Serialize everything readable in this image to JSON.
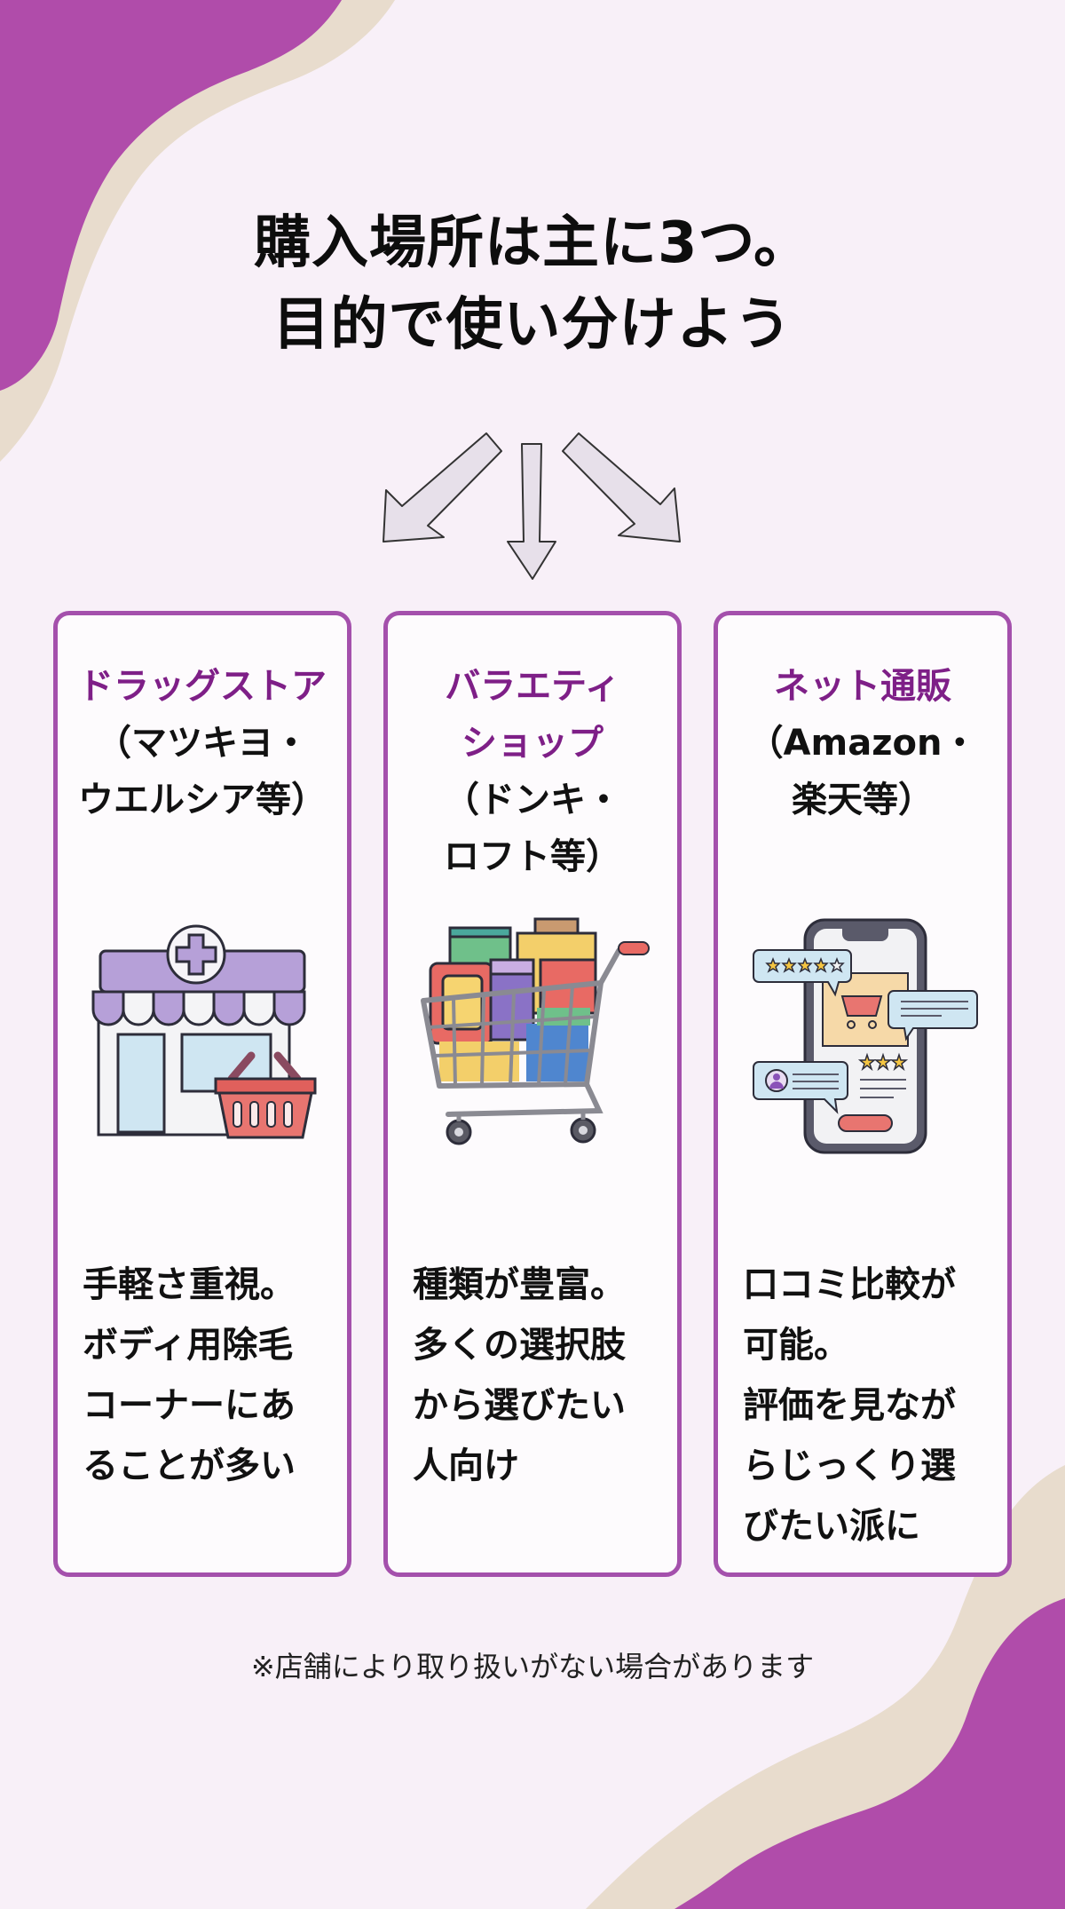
{
  "colors": {
    "background": "#f8f0f8",
    "accent_purple": "#b04caa",
    "beige": "#e8dccd",
    "card_border": "#a450ac",
    "card_title": "#7e1f87"
  },
  "title": {
    "line1": "購入場所は主に3つ。",
    "line2": "目的で使い分けよう"
  },
  "arrows": {
    "icons": [
      "arrow-down-left-icon",
      "arrow-down-icon",
      "arrow-down-right-icon"
    ]
  },
  "cards": [
    {
      "name": "ドラッグストア",
      "sub_line1": "（マツキヨ・",
      "sub_line2": "ウエルシア等）",
      "icon": "drugstore-with-basket-icon",
      "desc": [
        "手軽さ重視。",
        "ボディ用除毛",
        "コーナーにあ",
        "ることが多い"
      ]
    },
    {
      "name_line1": "バラエティ",
      "name_line2": "ショップ",
      "sub_line1": "（ドンキ・",
      "sub_line2": "ロフト等）",
      "icon": "shopping-cart-icon",
      "desc": [
        "種類が豊富。",
        "多くの選択肢",
        "から選びたい",
        "人向け"
      ]
    },
    {
      "name": "ネット通販",
      "sub_line1": "（Amazon・",
      "sub_line2": "楽天等）",
      "icon": "smartphone-reviews-icon",
      "desc": [
        "口コミ比較が",
        "可能。",
        "評価を見なが",
        "らじっくり選",
        "びたい派に"
      ]
    }
  ],
  "footnote": "※店舗により取り扱いがない場合があります"
}
